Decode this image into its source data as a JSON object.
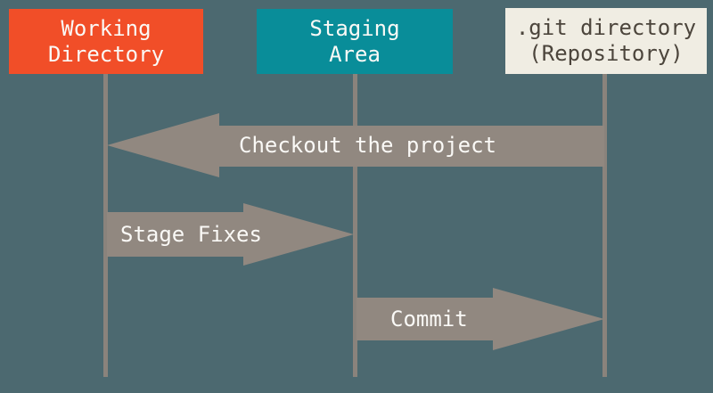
{
  "colors": {
    "background": "#4C6970",
    "working_directory_fill": "#F14E28",
    "staging_area_fill": "#098D99",
    "git_directory_fill": "#F0EDE3",
    "git_directory_text": "#4C453C",
    "arrow_fill": "#918880",
    "lifeline_fill": "#8A837C",
    "light_text": "#FAF9F6"
  },
  "columns": [
    {
      "id": "working-directory",
      "label": "Working\nDirectory"
    },
    {
      "id": "staging-area",
      "label": "Staging\nArea"
    },
    {
      "id": "git-directory",
      "label": ".git directory\n(Repository)"
    }
  ],
  "arrows": [
    {
      "id": "checkout",
      "label": "Checkout the project",
      "from": "git-directory",
      "to": "working-directory",
      "direction": "left"
    },
    {
      "id": "stage-fixes",
      "label": "Stage Fixes",
      "from": "working-directory",
      "to": "staging-area",
      "direction": "right"
    },
    {
      "id": "commit",
      "label": "Commit",
      "from": "staging-area",
      "to": "git-directory",
      "direction": "right"
    }
  ]
}
